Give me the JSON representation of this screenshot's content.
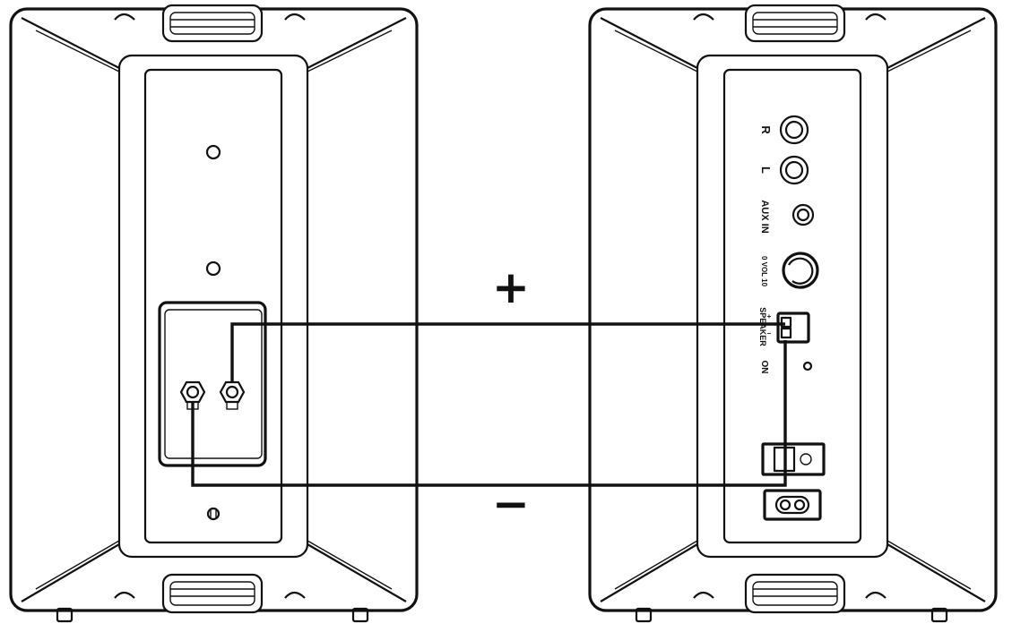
{
  "symbols": {
    "plus": "+",
    "minus": "−"
  },
  "right_panel": {
    "r_label": "R",
    "l_label": "L",
    "aux_label": "AUX IN",
    "vol_label": "0 VOL 10",
    "speaker_label": "SPEAKER",
    "switch_plus": "+",
    "switch_minus": "−",
    "on_label": "ON"
  },
  "colors": {
    "line": "#111111",
    "background": "#ffffff"
  }
}
